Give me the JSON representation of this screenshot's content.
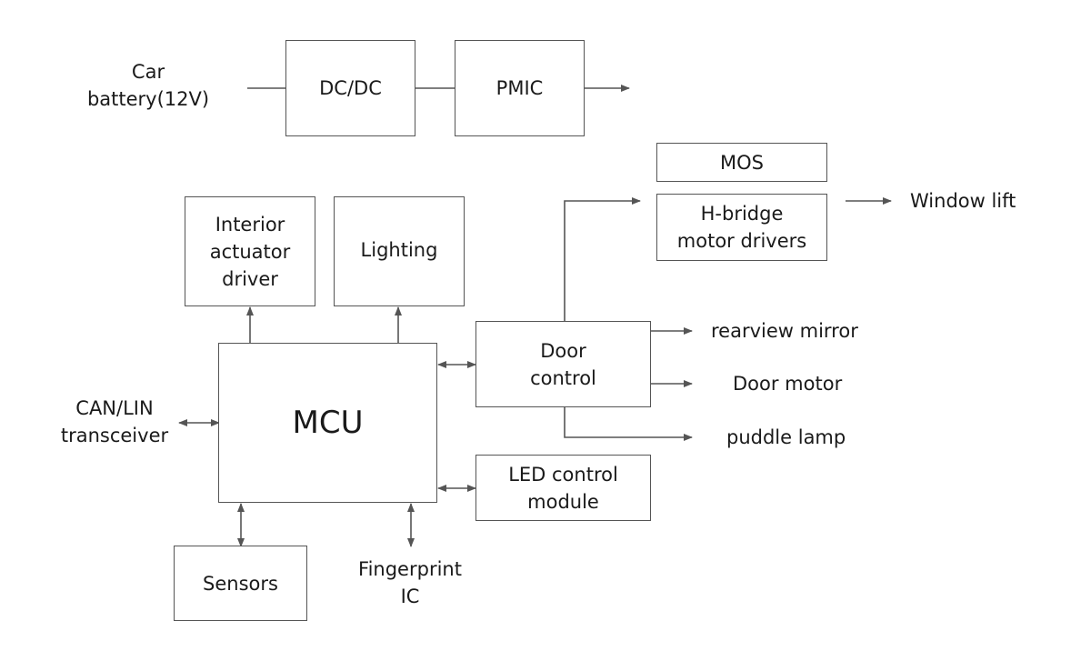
{
  "blocks": {
    "dcdc": [
      "DC/DC"
    ],
    "pmic": [
      "PMIC"
    ],
    "mos": [
      "MOS"
    ],
    "hbridge": [
      "H-bridge",
      "motor drivers"
    ],
    "interior_actuator": [
      "Interior",
      "actuator",
      "driver"
    ],
    "lighting": [
      "Lighting"
    ],
    "mcu": [
      "MCU"
    ],
    "door_control": [
      "Door",
      "control"
    ],
    "led_control": [
      "LED control",
      "module"
    ],
    "sensors": [
      "Sensors"
    ]
  },
  "labels": {
    "car_battery": [
      "Car",
      "battery(12V)"
    ],
    "window_lift": [
      "Window lift"
    ],
    "rearview_mirror": [
      "rearview mirror"
    ],
    "door_motor": [
      "Door motor"
    ],
    "puddle_lamp": [
      "puddle lamp"
    ],
    "can_lin": [
      "CAN/LIN",
      "transceiver"
    ],
    "fingerprint": [
      "Fingerprint",
      "IC"
    ]
  },
  "colors": {
    "line": "#555555",
    "text": "#1a1a1a",
    "background": "#ffffff"
  }
}
